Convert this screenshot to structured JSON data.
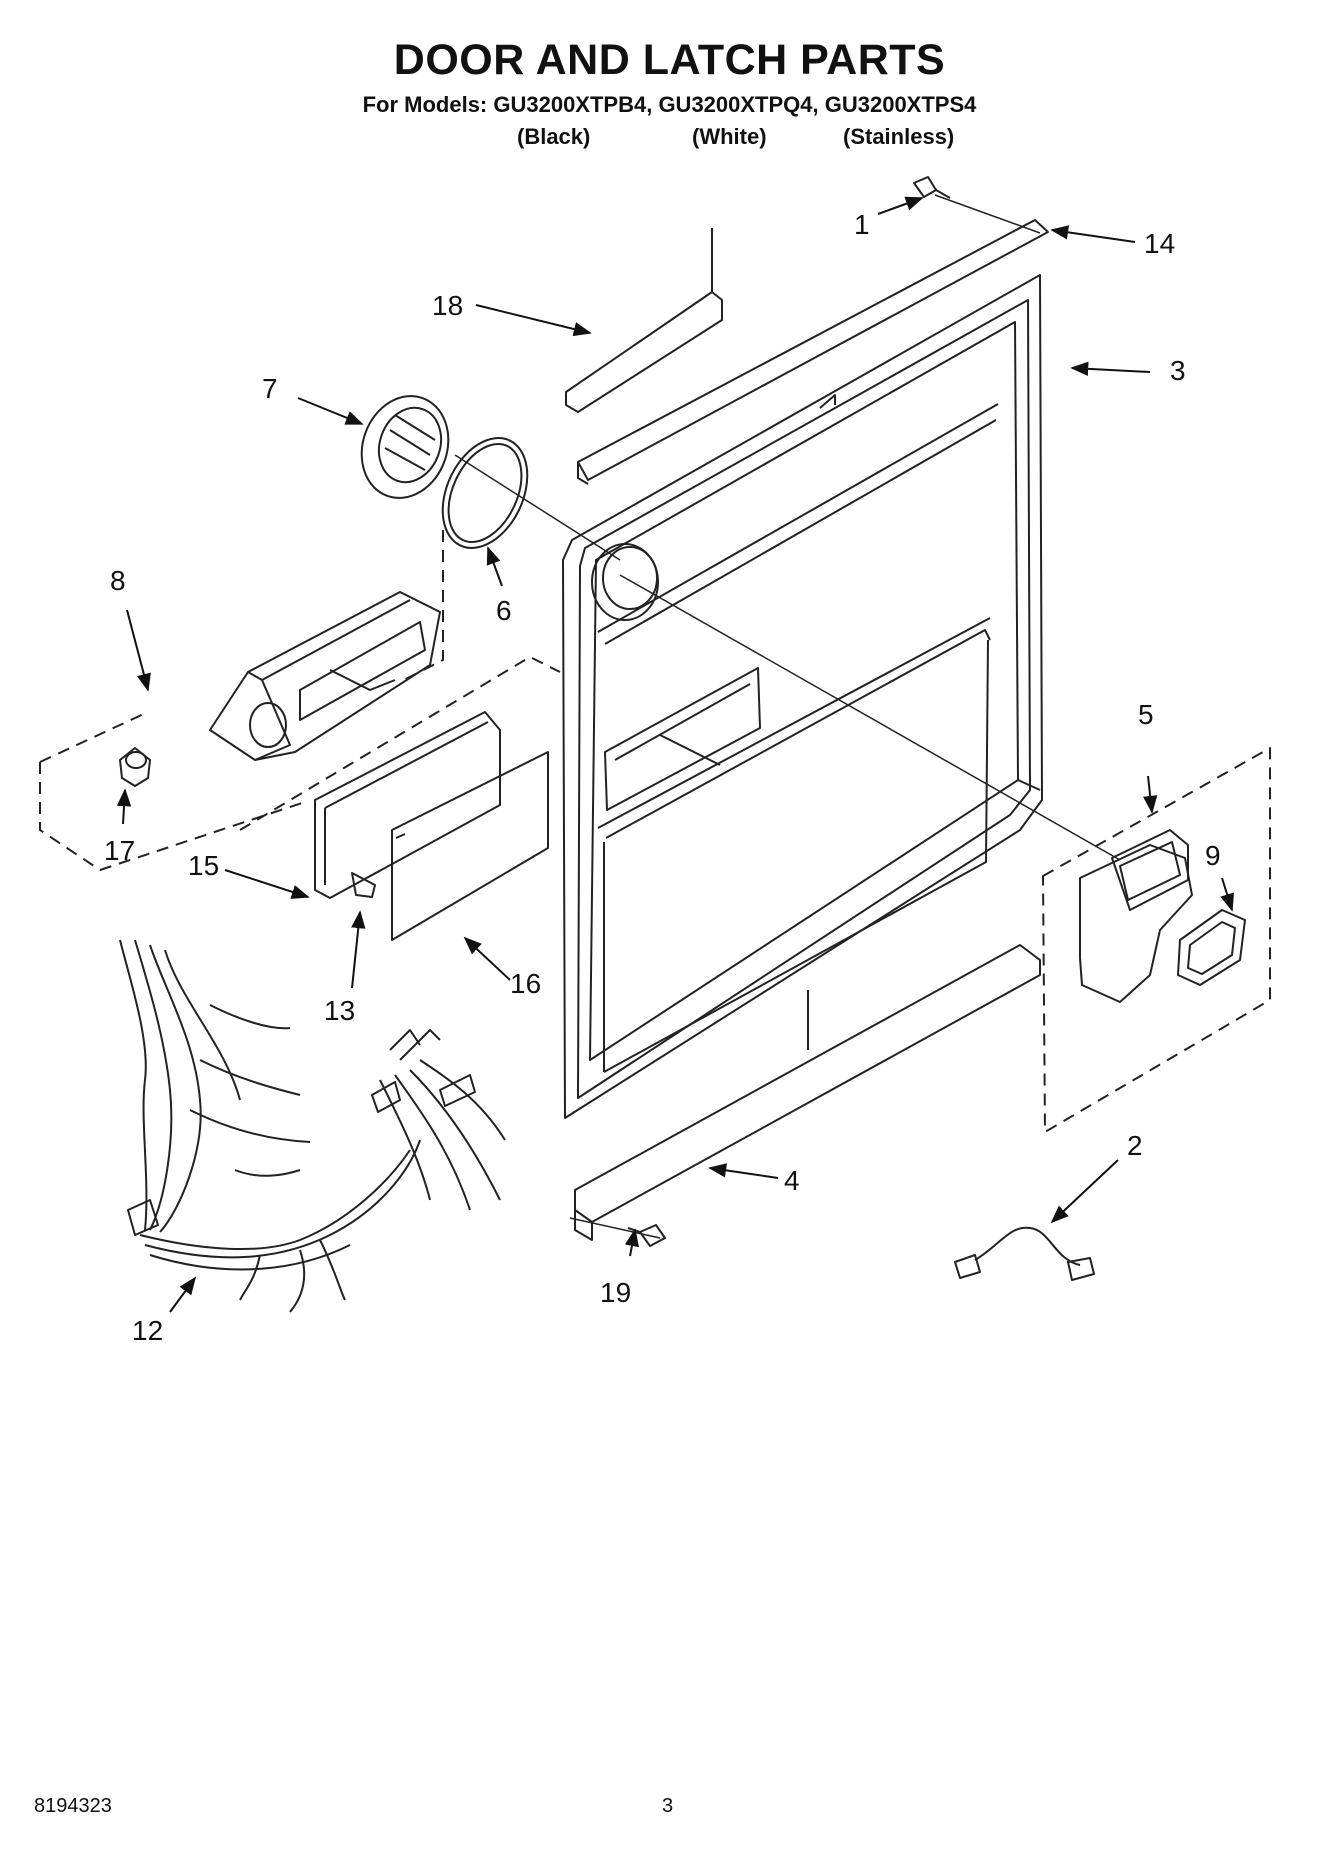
{
  "header": {
    "title": "DOOR AND LATCH PARTS",
    "models_line": "For Models: GU3200XTPB4, GU3200XTPQ4, GU3200XTPS4",
    "variants": [
      "(Black)",
      "(White)",
      "(Stainless)"
    ]
  },
  "callouts": {
    "c1": "1",
    "c2": "2",
    "c3": "3",
    "c4": "4",
    "c5": "5",
    "c6": "6",
    "c7": "7",
    "c8": "8",
    "c9": "9",
    "c12": "12",
    "c13": "13",
    "c14": "14",
    "c15": "15",
    "c16": "16",
    "c17": "17",
    "c18": "18",
    "c19": "19"
  },
  "footer": {
    "doc_number": "8194323",
    "page_number": "3"
  }
}
